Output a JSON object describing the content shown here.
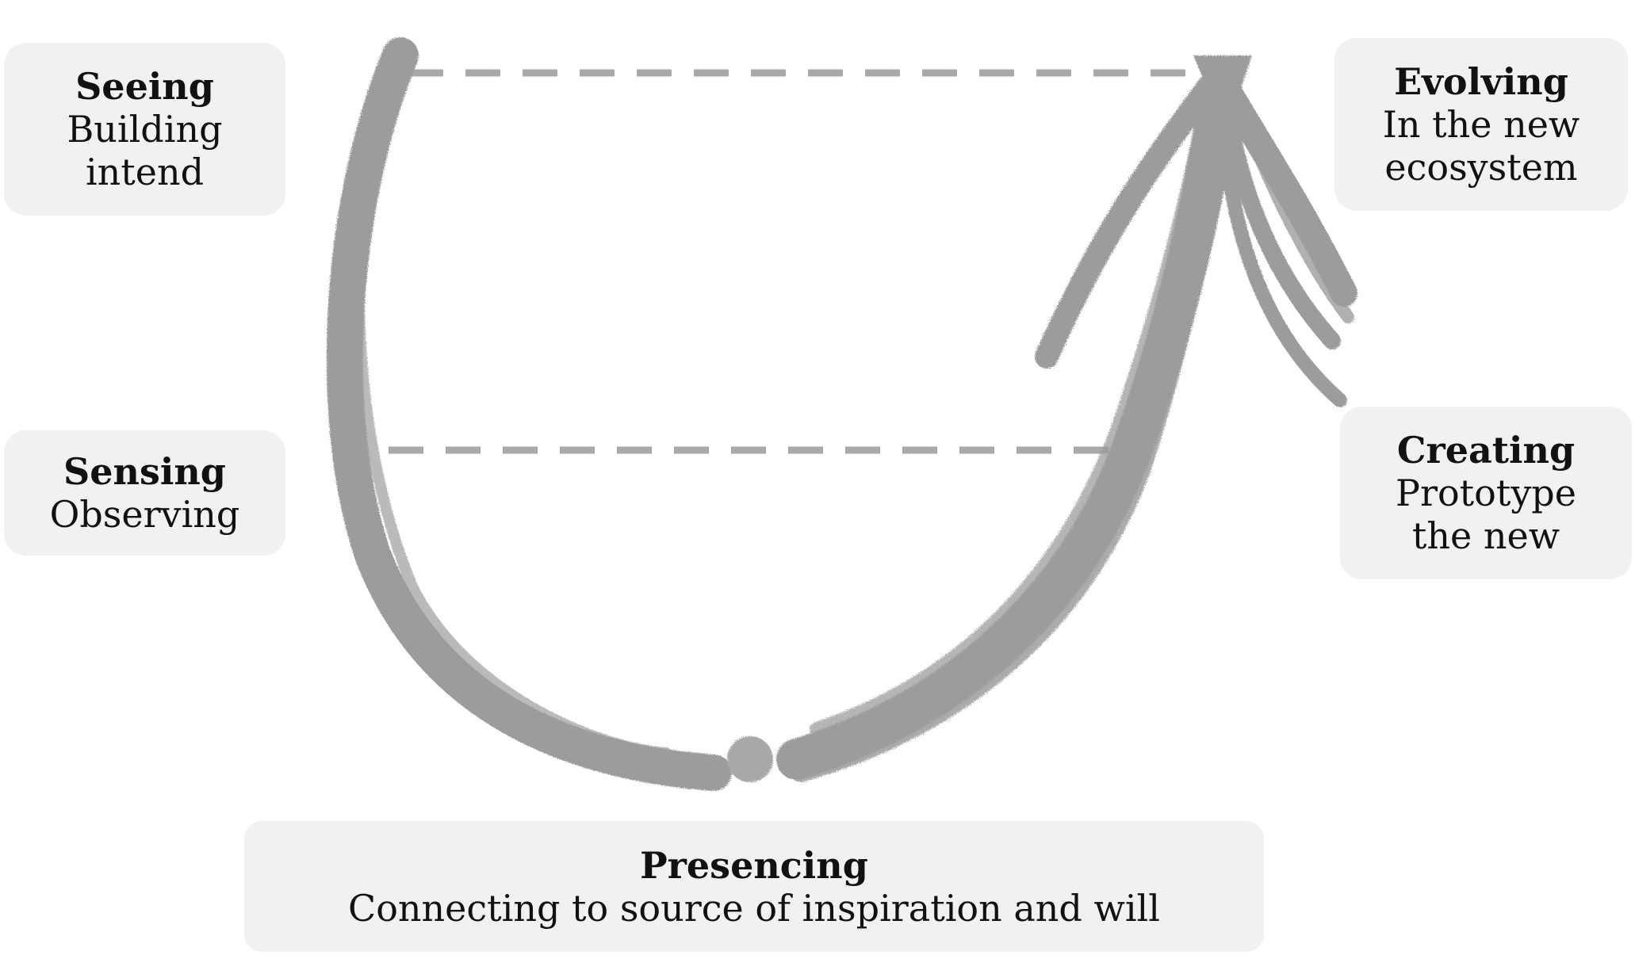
{
  "colors": {
    "stroke": "#9c9c9c",
    "dash": "#a8a8a8",
    "box_bg": "#f1f1f1",
    "text": "#111111"
  },
  "stages": {
    "seeing": {
      "title": "Seeing",
      "lines": [
        "Building",
        "intend"
      ]
    },
    "sensing": {
      "title": "Sensing",
      "lines": [
        "Observing"
      ]
    },
    "evolving": {
      "title": "Evolving",
      "lines": [
        "In the new",
        "ecosystem"
      ]
    },
    "creating": {
      "title": "Creating",
      "lines": [
        "Prototype",
        "the new"
      ]
    },
    "presencing": {
      "title": "Presencing",
      "lines": [
        "Connecting to source of inspiration and will"
      ]
    }
  }
}
